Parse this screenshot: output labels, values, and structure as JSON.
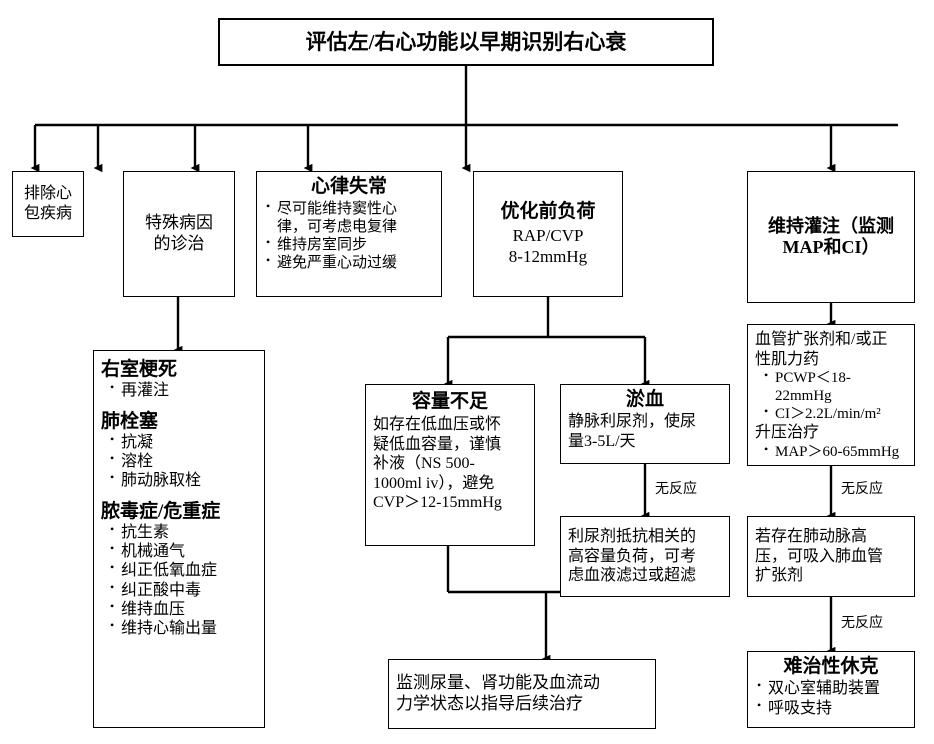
{
  "diagram": {
    "title": "评估左/右心功能以早期识别右心衰",
    "root": {
      "text": "评估左/右心功能以早期识别右心衰"
    },
    "branches": [
      {
        "id": "pericardial",
        "text": "排除心\n包疾病"
      },
      {
        "id": "special-cause",
        "text": "特殊病因\n的诊治"
      },
      {
        "id": "arrhythmia",
        "title": "心律失常",
        "bullets": [
          "尽可能维持窦性心\n律，可考虑电复律",
          "维持房室同步",
          "避免严重心动过缓"
        ]
      },
      {
        "id": "optimize-preload",
        "title": "优化前负荷",
        "lines": [
          "RAP/CVP",
          "8-12mmHg"
        ]
      },
      {
        "id": "maintain-perfusion",
        "title": "维持灌注（监测\nMAP和CI）"
      }
    ],
    "special_cause_detail": {
      "id": "special-cause-detail",
      "sections": [
        {
          "heading": "右室梗死",
          "bullets": [
            "再灌注"
          ]
        },
        {
          "heading": "肺栓塞",
          "bullets": [
            "抗凝",
            "溶栓",
            "肺动脉取栓"
          ]
        },
        {
          "heading": "脓毒症/危重症",
          "bullets": [
            "抗生素",
            "机械通气",
            "纠正低氧血症",
            "纠正酸中毒",
            "维持血压",
            "维持心输出量"
          ]
        }
      ]
    },
    "preload_children": [
      {
        "id": "hypovolemia",
        "title": "容量不足",
        "body": "如存在低血压或怀\n疑低血容量，谨慎\n补液（NS 500-\n1000ml iv），避免\nCVP＞12-15mmHg"
      },
      {
        "id": "congestion",
        "title": "淤血",
        "body": "静脉利尿剂，使尿\n量3-5L/天"
      }
    ],
    "congestion_followup": {
      "id": "diuretic-resistance",
      "body": "利尿剂抵抗相关的\n高容量负荷，可考\n虑血液滤过或超滤"
    },
    "monitor_box": {
      "id": "monitor-outcome",
      "body": "监测尿量、肾功能及血流动\n力学状态以指导后续治疗"
    },
    "perfusion_chain": [
      {
        "id": "vasodilator-inotrope",
        "heading": "血管扩张剂和/或正\n性肌力药",
        "bullets1": [
          "PCWP＜18-22mmHg",
          "CI＞2.2L/min/m²"
        ],
        "heading2": "升压治疗",
        "bullets2": [
          "MAP＞60-65mmHg"
        ]
      },
      {
        "id": "pulmonary-hypertension",
        "body": "若存在肺动脉高\n压，可吸入肺血管\n扩张剂"
      },
      {
        "id": "refractory-shock",
        "title": "难治性休克",
        "bullets": [
          "双心室辅助装置",
          "呼吸支持"
        ]
      }
    ],
    "edge_labels": {
      "congestion_no_response": "无反应",
      "vasodilator_no_response": "无反应",
      "pulmonary_no_response": "无反应"
    },
    "colors": {
      "line": "#000000",
      "background": "#ffffff",
      "text": "#000000"
    }
  }
}
